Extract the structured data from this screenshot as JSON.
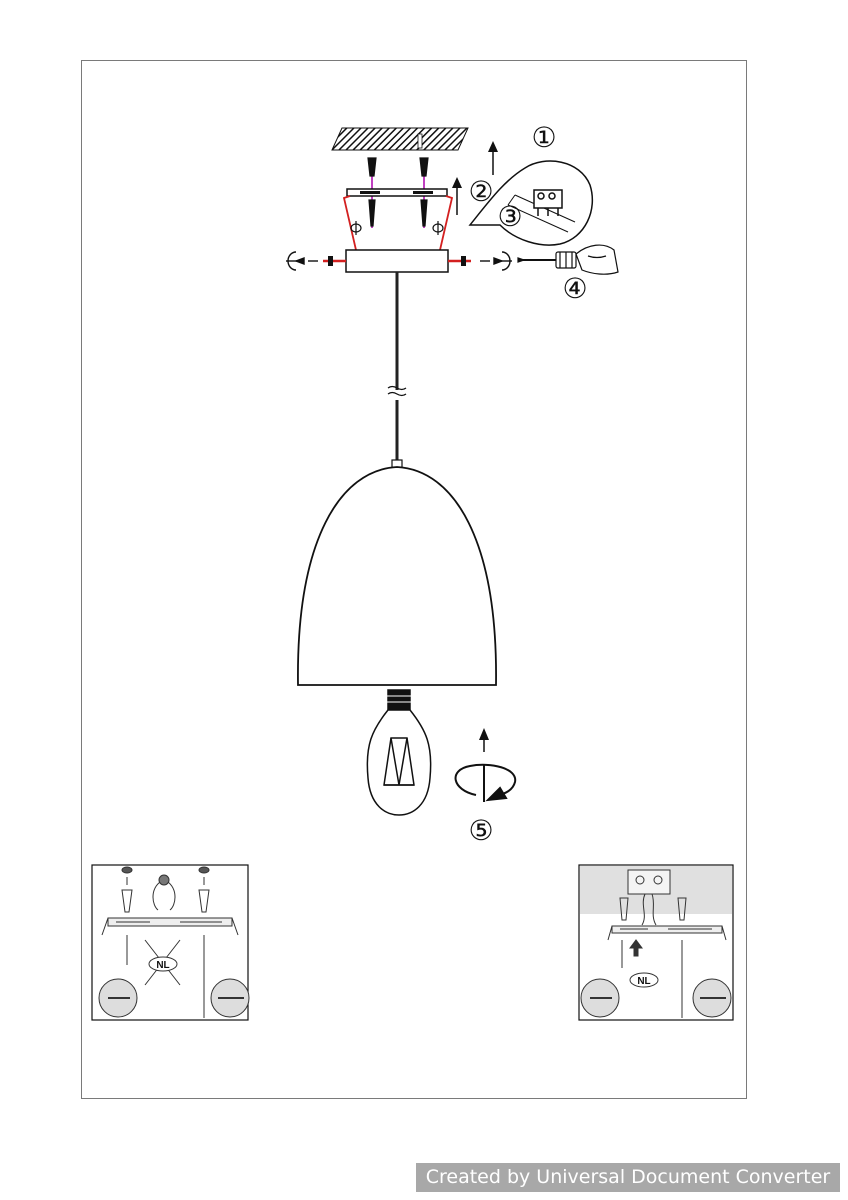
{
  "steps": [
    "①",
    "②",
    "③",
    "④",
    "⑤"
  ],
  "inset_left": {
    "badge": "NL"
  },
  "inset_right": {
    "badge": "NL"
  },
  "watermark": "Created by Universal Document Converter",
  "colors": {
    "wire_red": "#d32020",
    "wire_magenta": "#c040c0",
    "line": "#111111",
    "inset_bg": "#e0e0e0"
  }
}
